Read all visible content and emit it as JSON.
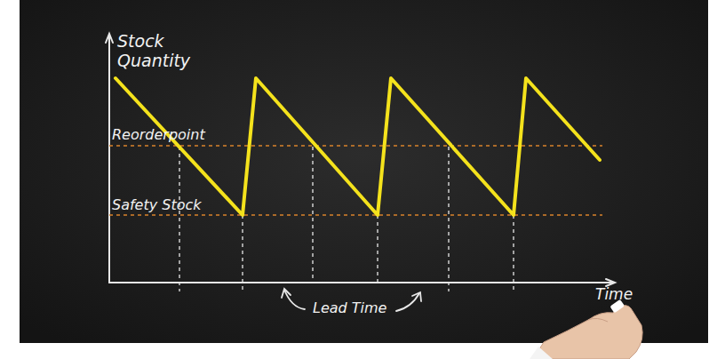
{
  "diagram": {
    "labels": [
      "Stock Quantity",
      "Reorderpoint",
      "Safety Stock",
      "Lead Time",
      "Time"
    ]
  }
}
